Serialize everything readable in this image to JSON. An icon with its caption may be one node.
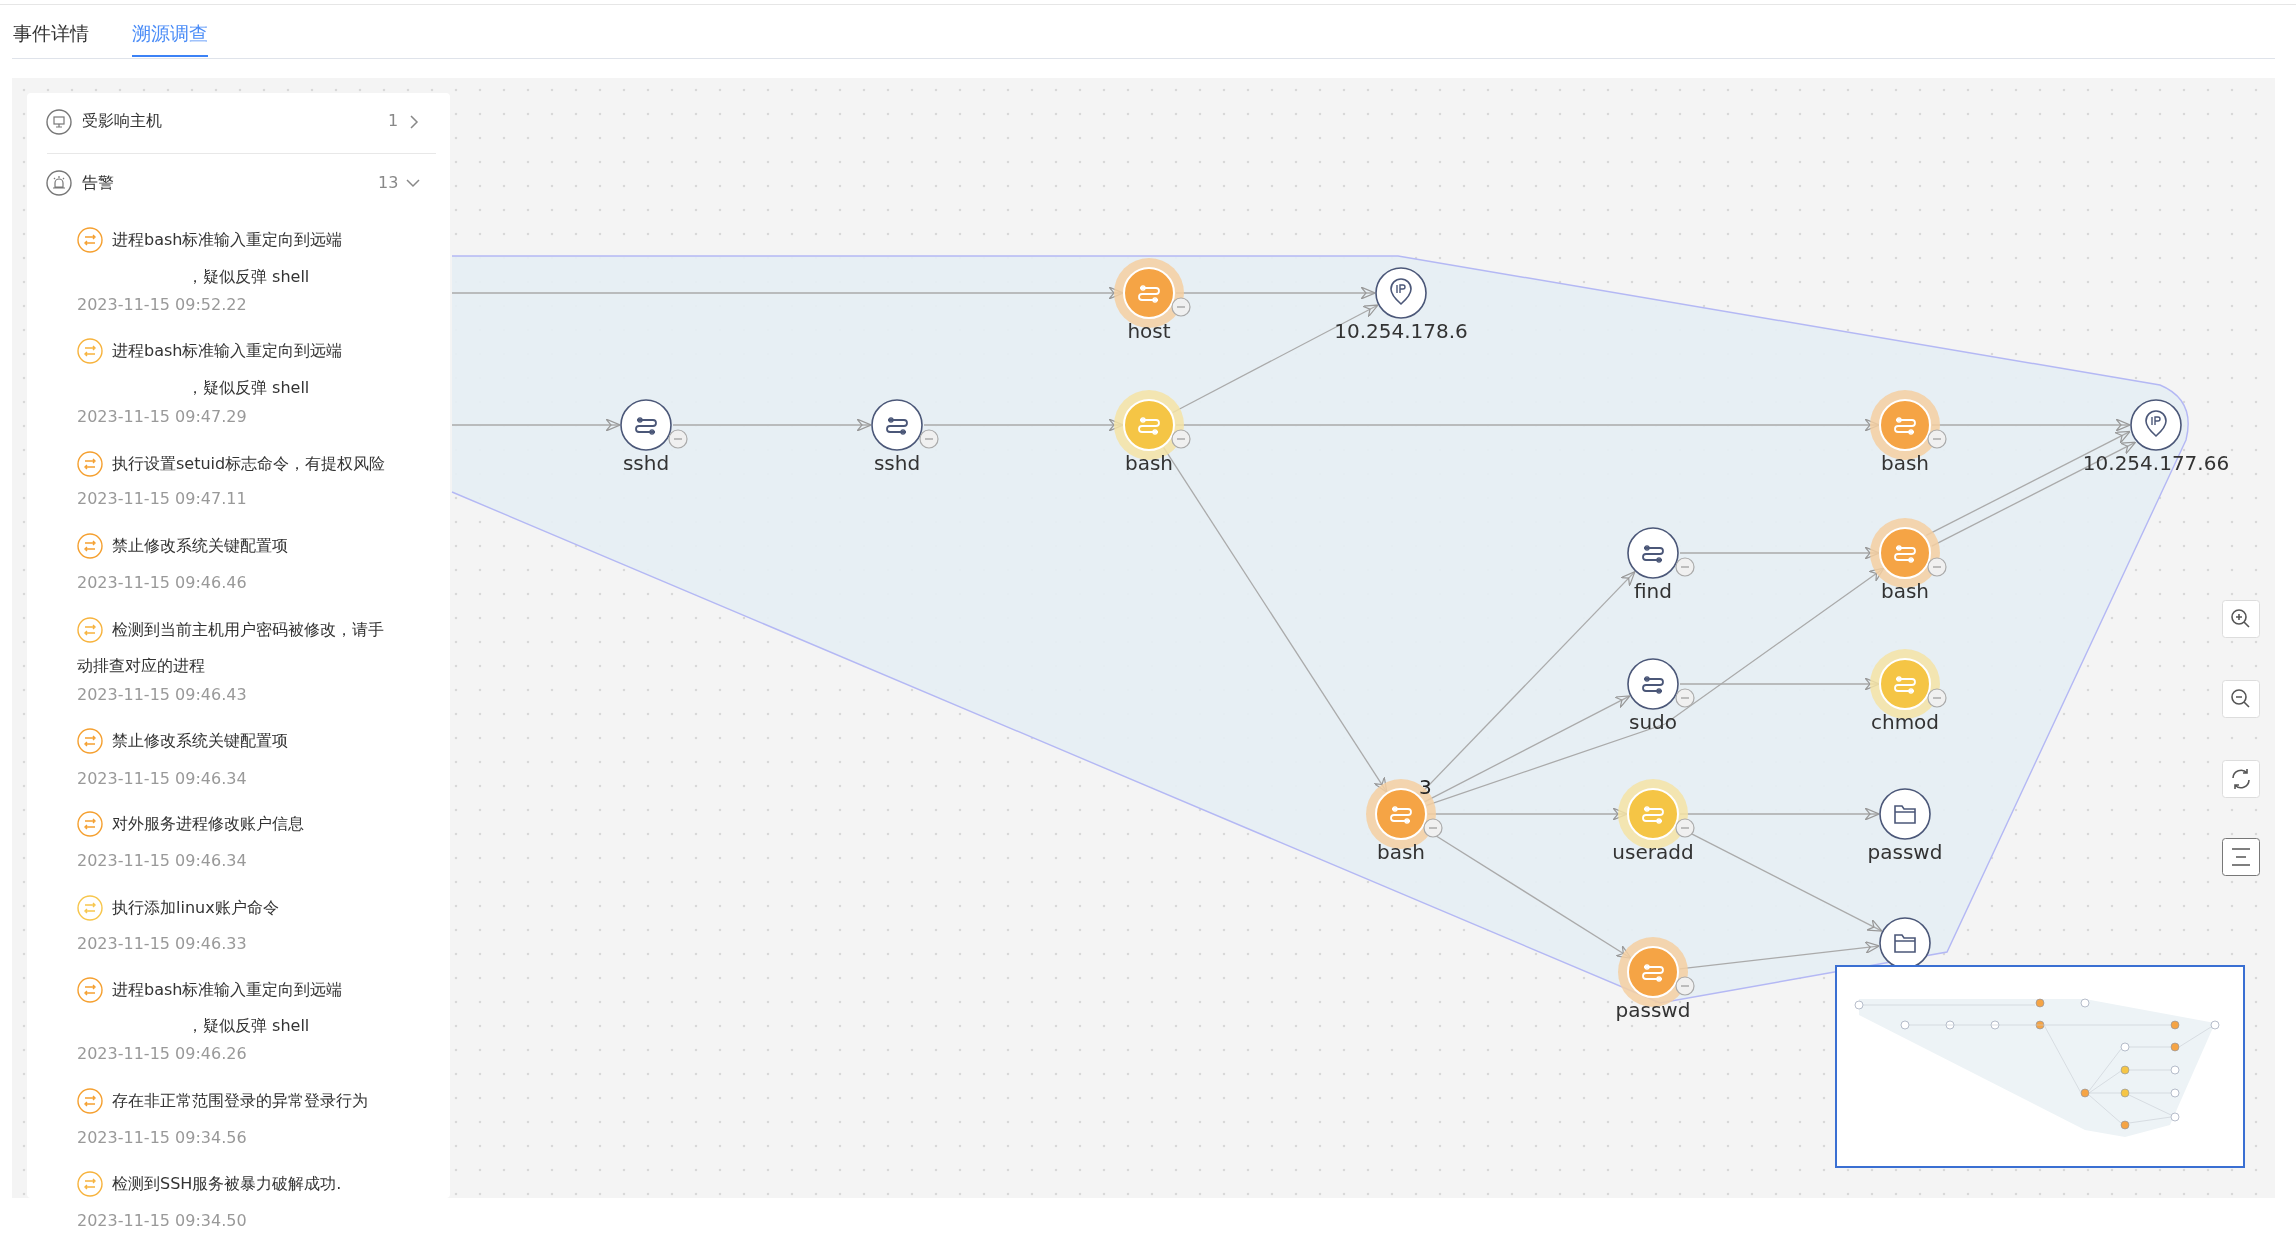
{
  "diagram": {
    "nodes": [
      {
        "text": [
          "host"
        ]
      },
      {
        "text": [
          "10.254.178.6"
        ]
      },
      {
        "text": [
          "sshd"
        ]
      },
      {
        "text": [
          "sshd"
        ]
      },
      {
        "text": [
          "bash"
        ]
      },
      {
        "text": [
          "bash"
        ]
      },
      {
        "text": [
          "10.254.177.66"
        ]
      },
      {
        "text": [
          "find"
        ]
      },
      {
        "text": [
          "bash"
        ]
      },
      {
        "text": [
          "sudo"
        ]
      },
      {
        "text": [
          "chmod"
        ]
      },
      {
        "text": [
          "bash"
        ]
      },
      {
        "text": [
          "useradd"
        ]
      },
      {
        "text": [
          "passwd"
        ]
      },
      {
        "text": [],
        "shape": "circle"
      },
      {
        "text": [
          "passwd"
        ]
      }
    ],
    "edges": [
      {
        "from": null,
        "to": 0,
        "arrow": "to"
      },
      {
        "from": 0,
        "to": 1,
        "arrow": "to"
      },
      {
        "from": null,
        "to": 2,
        "arrow": "to"
      },
      {
        "from": 2,
        "to": 3,
        "arrow": "to"
      },
      {
        "from": 3,
        "to": 4,
        "arrow": "to"
      },
      {
        "from": 4,
        "to": 1,
        "arrow": "to"
      },
      {
        "from": 4,
        "to": 5,
        "arrow": "to"
      },
      {
        "from": 5,
        "to": 6,
        "arrow": "to"
      },
      {
        "from": 4,
        "to": 11,
        "arrow": "to"
      },
      {
        "from": 11,
        "to": 7,
        "arrow": "to"
      },
      {
        "from": 11,
        "to": 9,
        "arrow": "to"
      },
      {
        "from": 11,
        "to": 8,
        "arrow": "to"
      },
      {
        "from": 7,
        "to": 8,
        "arrow": "to"
      },
      {
        "from": 9,
        "to": 10,
        "arrow": "to"
      },
      {
        "from": 8,
        "to": 6,
        "arrow": "to"
      },
      {
        "from": 8,
        "to": 6,
        "arrow": "to"
      },
      {
        "from": 11,
        "to": 12,
        "arrow": "to"
      },
      {
        "from": 12,
        "to": 13,
        "arrow": "to"
      },
      {
        "from": 12,
        "to": 14,
        "arrow": "to"
      },
      {
        "from": 11,
        "to": 15,
        "arrow": "to"
      },
      {
        "from": 15,
        "to": 14,
        "arrow": "to"
      }
    ],
    "labels": [
      "事件详情",
      "溯源调查",
      "受影响主机",
      "1",
      "告警",
      "13",
      "进程bash标准输入重定向到远端",
      "，疑似反弹 shell",
      "2023-11-15 09:52.22",
      "进程bash标准输入重定向到远端",
      "，疑似反弹 shell",
      "2023-11-15 09:47.29",
      "执行设置setuid标志命令，有提权风险",
      "2023-11-15 09:47.11",
      "禁止修改系统关键配置项",
      "2023-11-15 09:46.46",
      "检测到当前主机用户密码被修改，请手动排查对应的进程",
      "2023-11-15 09:46.43",
      "禁止修改系统关键配置项",
      "2023-11-15 09:46.34",
      "对外服务进程修改账户信息",
      "2023-11-15 09:46.34",
      "执行添加linux账户命令",
      "2023-11-15 09:46.33",
      "进程bash标准输入重定向到远端",
      "，疑似反弹 shell",
      "2023-11-15 09:46.26",
      "存在非正常范围登录的异常登录行为",
      "2023-11-15 09:34.56",
      "检测到SSH服务被暴力破解成功.",
      "2023-11-15 09:34.50",
      "3"
    ]
  }
}
